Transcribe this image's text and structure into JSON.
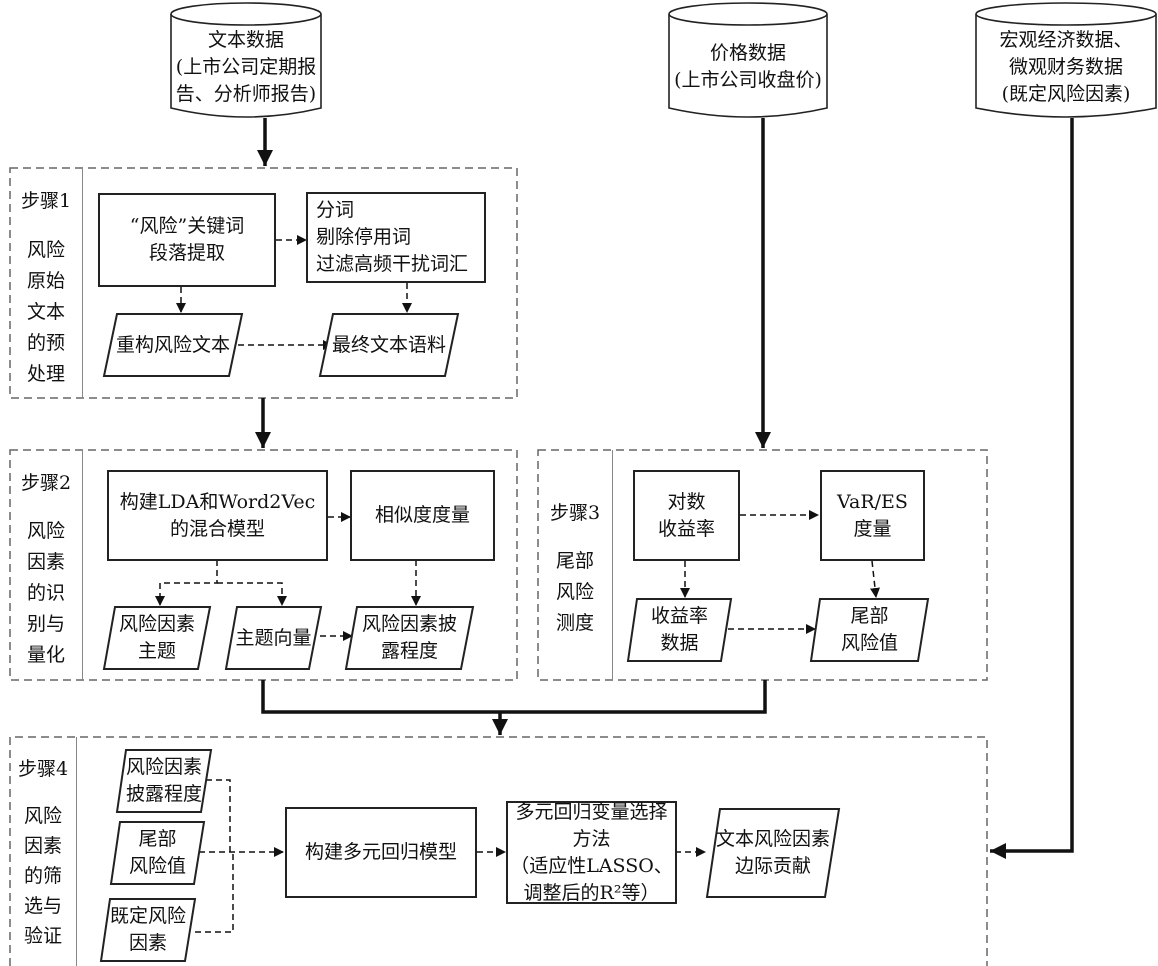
{
  "sources": [
    {
      "id": "text-data",
      "label": "文本数据\n(上市公司定期报\n告、分析师报告)"
    },
    {
      "id": "price-data",
      "label": "价格数据\n(上市公司收盘价)"
    },
    {
      "id": "macro-data",
      "label": "宏观经济数据、\n微观财务数据\n(既定风险因素)"
    }
  ],
  "steps": [
    {
      "number": "步骤1",
      "title": "风险\n原始\n文本\n的预\n处理",
      "processes": [
        "“风险”关键词\n段落提取",
        "分词\n剔除停用词\n过滤高频干扰词汇"
      ],
      "outputs": [
        "重构风险文本",
        "最终文本语料"
      ]
    },
    {
      "number": "步骤2",
      "title": "风险\n因素\n的识\n别与\n量化",
      "processes": [
        "构建LDA和Word2Vec\n的混合模型",
        "相似度度量"
      ],
      "outputs": [
        "风险因素\n主题",
        "主题向量",
        "风险因素披\n露程度"
      ]
    },
    {
      "number": "步骤3",
      "title": "尾部\n风险\n测度",
      "processes": [
        "对数\n收益率",
        "VaR/ES\n度量"
      ],
      "outputs": [
        "收益率\n数据",
        "尾部\n风险值"
      ]
    },
    {
      "number": "步骤4",
      "title": "风险\n因素\n的筛\n选与\n验证",
      "inputs": [
        "风险因素\n披露程度",
        "尾部\n风险值",
        "既定风险\n因素"
      ],
      "processes": [
        "构建多元回归模型",
        "多元回归变量选择方法\n（适应性LASSO、\n调整后的R²等）"
      ],
      "outputs": [
        "文本风险因素\n边际贡献"
      ]
    }
  ]
}
